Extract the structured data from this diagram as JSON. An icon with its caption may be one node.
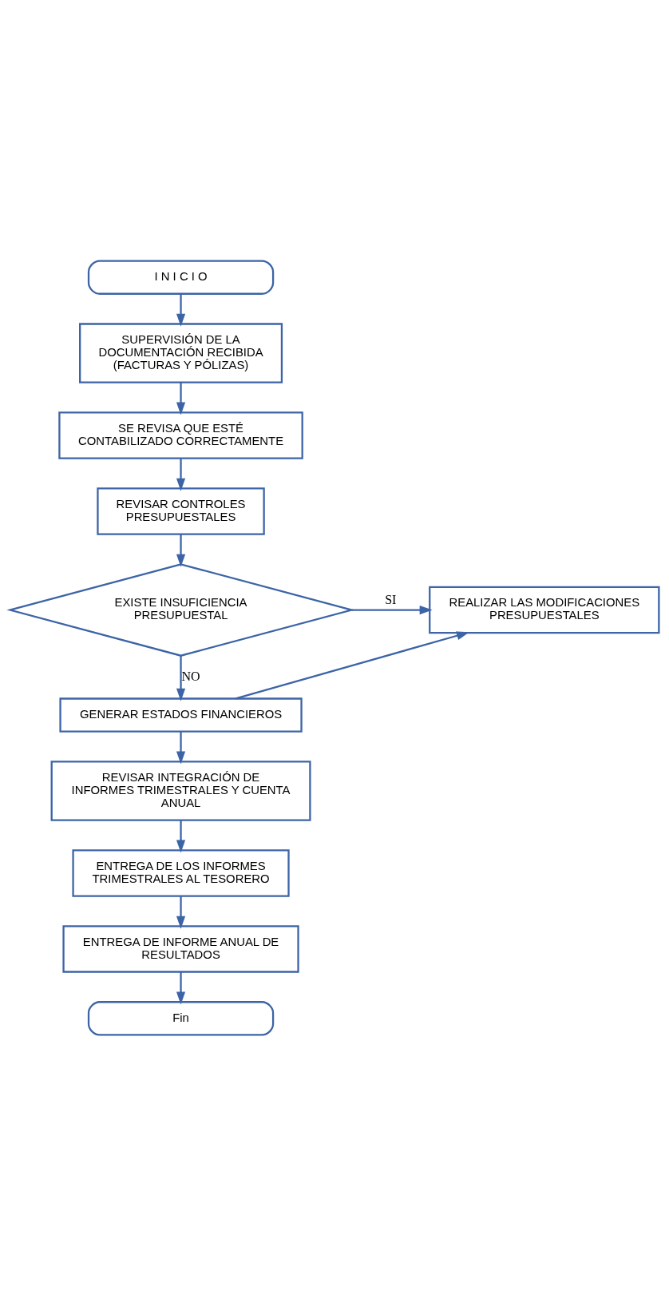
{
  "diagram": {
    "nodes": [
      {
        "text": [
          "I N I C I O"
        ]
      },
      {
        "text": [
          "SUPERVISIÓN DE LA DOCUMENTACIÓN RECIBIDA (FACTURAS Y PÓLIZAS)"
        ]
      },
      {
        "text": [
          "SE REVISA QUE ESTÉ CONTABILIZADO CORRECTAMENTE"
        ]
      },
      {
        "text": [
          "REVISAR CONTROLES PRESUPUESTALES"
        ]
      },
      {
        "text": [
          "EXISTE INSUFICIENCIA PRESUPUESTAL"
        ]
      },
      {
        "text": [
          "REALIZAR LAS MODIFICACIONES PRESUPUESTALES"
        ]
      },
      {
        "text": [
          "GENERAR ESTADOS FINANCIEROS"
        ]
      },
      {
        "text": [
          "REVISAR INTEGRACIÓN DE INFORMES TRIMESTRALES Y CUENTA ANUAL"
        ]
      },
      {
        "text": [
          "ENTREGA DE LOS INFORMES TRIMESTRALES AL TESORERO"
        ]
      },
      {
        "text": [
          "ENTREGA DE INFORME ANUAL DE RESULTADOS"
        ]
      },
      {
        "text": [
          "Fin"
        ]
      }
    ],
    "edges": [
      {
        "from": 0,
        "to": 1,
        "arrow": "to"
      },
      {
        "from": 1,
        "to": 2,
        "arrow": "to"
      },
      {
        "from": 2,
        "to": 3,
        "arrow": "to"
      },
      {
        "from": 3,
        "to": 4,
        "arrow": "to"
      },
      {
        "from": 4,
        "to": 5,
        "arrow": "to",
        "label": "SI"
      },
      {
        "from": 4,
        "to": 6,
        "arrow": "to",
        "label": "NO"
      },
      {
        "from": 6,
        "to": 5,
        "arrow": "to"
      },
      {
        "from": 6,
        "to": 7,
        "arrow": "to"
      },
      {
        "from": 7,
        "to": 8,
        "arrow": "to"
      },
      {
        "from": 8,
        "to": 9,
        "arrow": "to"
      },
      {
        "from": 9,
        "to": 10,
        "arrow": "to"
      }
    ]
  }
}
